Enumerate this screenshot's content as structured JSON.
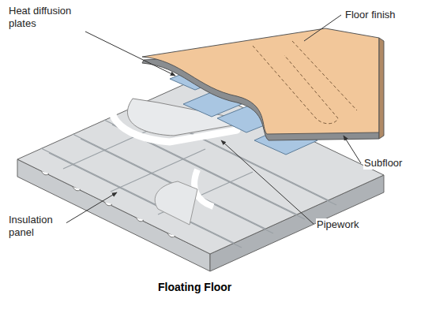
{
  "diagram": {
    "caption": "Floating Floor",
    "labels": [
      "Heat diffusion plates",
      "Floor finish",
      "Subfloor",
      "Pipework",
      "Insulation panel"
    ]
  }
}
